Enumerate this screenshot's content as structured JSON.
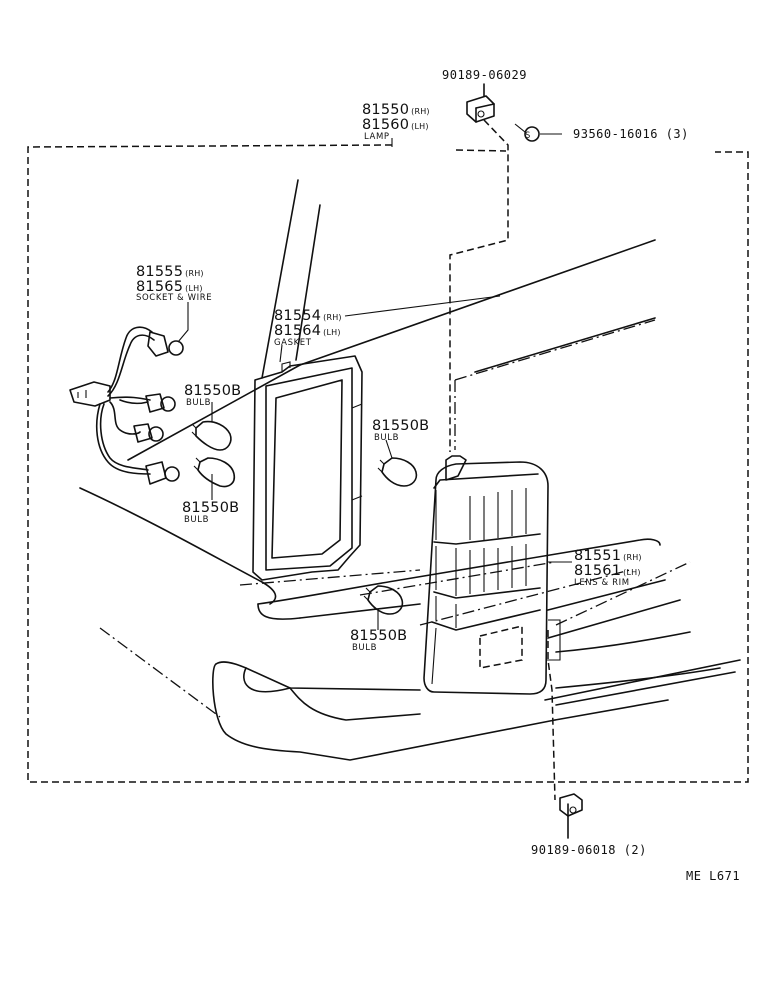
{
  "labels": {
    "screw_top": "90189-06029",
    "lamp_rh": "81550",
    "lamp_rh_suffix": "(RH)",
    "lamp_lh": "81560",
    "lamp_lh_suffix": "(LH)",
    "lamp_desc": "LAMP",
    "clip": "93560-16016 (3)",
    "clip_symbol": "S",
    "socket_rh": "81555",
    "socket_rh_suffix": "(RH)",
    "socket_lh": "81565",
    "socket_lh_suffix": "(LH)",
    "socket_desc": "SOCKET & WIRE",
    "gasket_rh": "81554",
    "gasket_rh_suffix": "(RH)",
    "gasket_lh": "81564",
    "gasket_lh_suffix": "(LH)",
    "gasket_desc": "GASKET",
    "bulb_a": "81550B",
    "bulb_a_desc": "BULB",
    "bulb_b": "81550B",
    "bulb_b_desc": "BULB",
    "bulb_c": "81550B",
    "bulb_c_desc": "BULB",
    "bulb_d": "81550B",
    "bulb_d_desc": "BULB",
    "lens_rh": "81551",
    "lens_rh_suffix": "(RH)",
    "lens_lh": "81561",
    "lens_lh_suffix": "(LH)",
    "lens_desc": "LENS & RIM",
    "screw_bottom": "90189-06018 (2)",
    "diagram_code": "ME  L671"
  }
}
